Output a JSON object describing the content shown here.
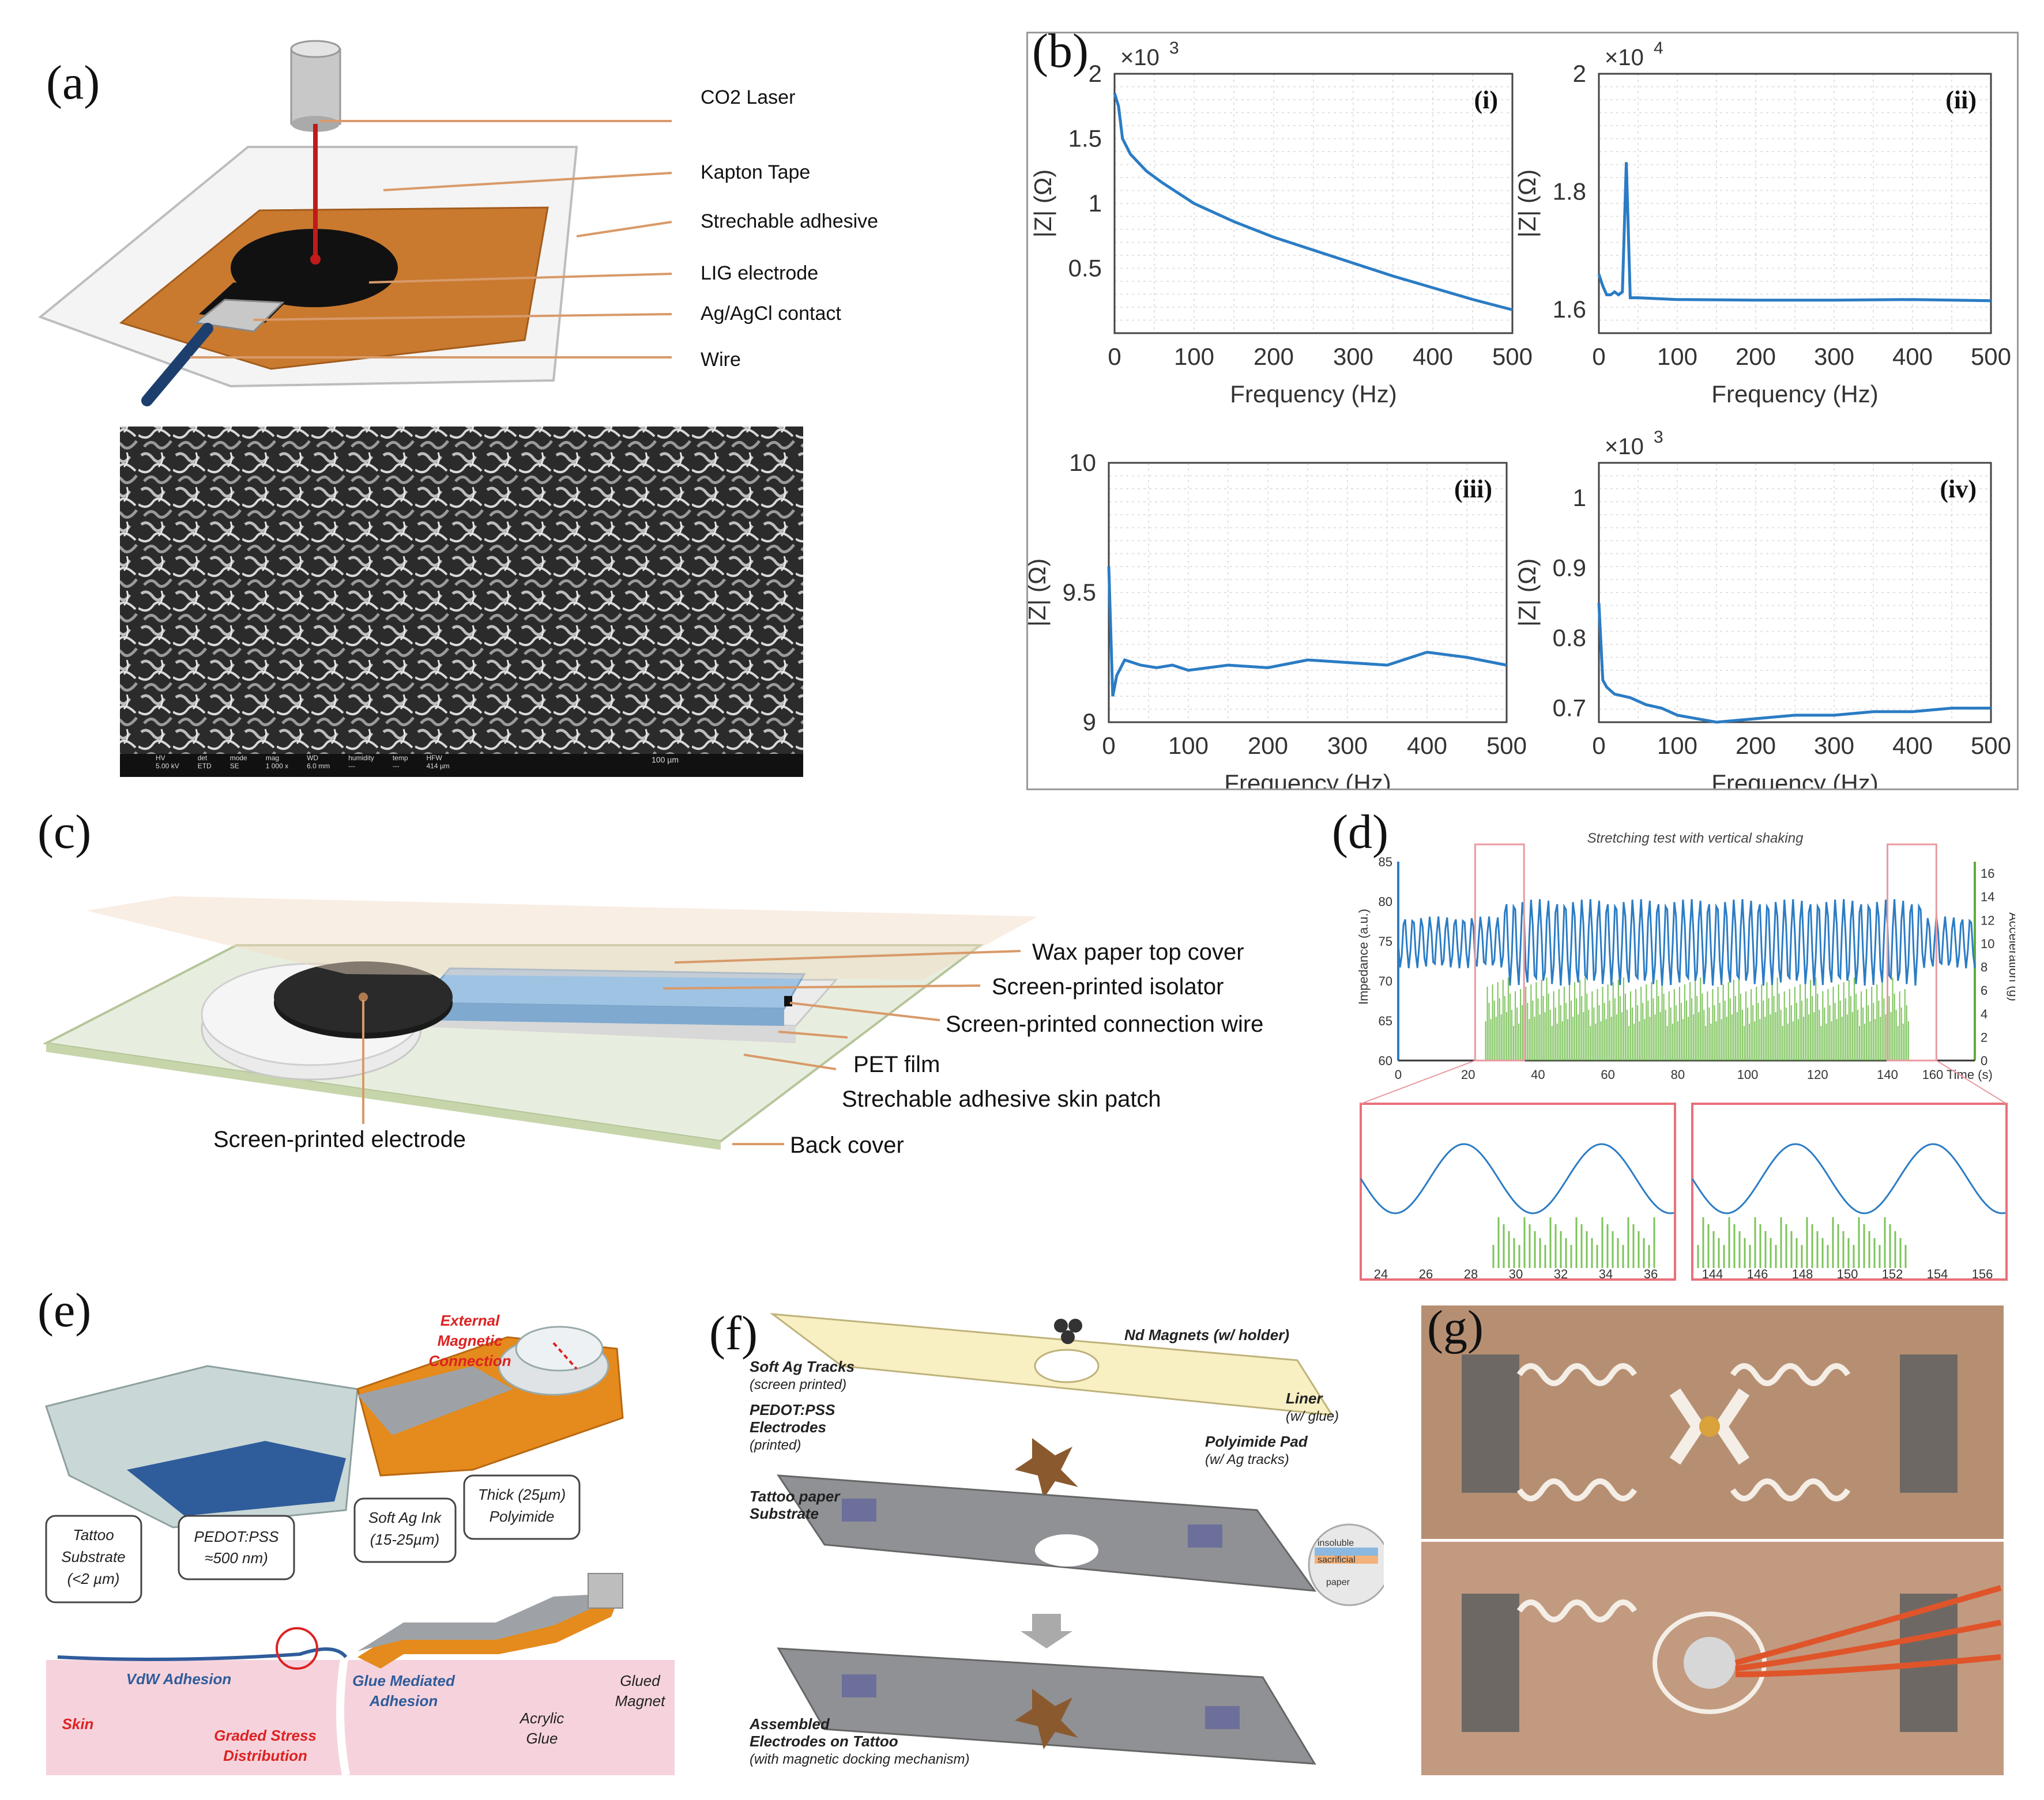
{
  "panel_labels": {
    "a": "(a)",
    "b": "(b)",
    "c": "(c)",
    "d": "(d)",
    "e": "(e)",
    "f": "(f)",
    "g": "(g)"
  },
  "panel_a": {
    "callouts": [
      "CO2 Laser",
      "Kapton Tape",
      "Strechable adhesive",
      "LIG electrode",
      "Ag/AgCl contact",
      "Wire"
    ],
    "sem_bar": [
      "HV",
      "det",
      "mode",
      "mag",
      "WD",
      "humidity",
      "temp",
      "HFW"
    ],
    "sem_vals": [
      "5.00 kV",
      "ETD",
      "SE",
      "1 000 x",
      "6.0 mm",
      "---",
      "---",
      "414 µm"
    ],
    "sem_scale": "100 µm"
  },
  "panel_b": {
    "charts": [
      {
        "roman": "(i)",
        "multiplier": "×10",
        "exp": "3",
        "ylabel": "|Z| (Ω)",
        "xlabel": "Frequency (Hz)",
        "xticks": [
          "0",
          "100",
          "200",
          "300",
          "400",
          "500"
        ],
        "yticks": [
          "2",
          "1.5",
          "1",
          "0.5"
        ]
      },
      {
        "roman": "(ii)",
        "multiplier": "×10",
        "exp": "4",
        "ylabel": "|Z| (Ω)",
        "xlabel": "Frequency (Hz)",
        "xticks": [
          "0",
          "100",
          "200",
          "300",
          "400",
          "500"
        ],
        "yticks": [
          "2",
          "1.8",
          "1.6"
        ]
      },
      {
        "roman": "(iii)",
        "multiplier": "",
        "exp": "",
        "ylabel": "|Z| (Ω)",
        "xlabel": "Frequency (Hz)",
        "xticks": [
          "0",
          "100",
          "200",
          "300",
          "400",
          "500"
        ],
        "yticks": [
          "10",
          "9.5",
          "9"
        ]
      },
      {
        "roman": "(iv)",
        "multiplier": "×10",
        "exp": "3",
        "ylabel": "|Z| (Ω)",
        "xlabel": "Frequency (Hz)",
        "xticks": [
          "0",
          "100",
          "200",
          "300",
          "400",
          "500"
        ],
        "yticks": [
          "1",
          "0.9",
          "0.8",
          "0.7"
        ]
      }
    ]
  },
  "chart_data": [
    {
      "type": "line",
      "series": [
        {
          "x": [
            0,
            5,
            10,
            20,
            40,
            60,
            80,
            100,
            150,
            200,
            250,
            300,
            350,
            400,
            450,
            500
          ],
          "y": [
            1850,
            1750,
            1500,
            1380,
            1250,
            1160,
            1080,
            1000,
            860,
            740,
            640,
            540,
            440,
            350,
            260,
            180
          ]
        }
      ],
      "xlim": [
        0,
        500
      ],
      "ylim": [
        0,
        2000
      ],
      "xlabel": "Frequency (Hz)",
      "ylabel": "|Z| (Ω)"
    },
    {
      "type": "line",
      "series": [
        {
          "x": [
            0,
            5,
            10,
            15,
            20,
            25,
            30,
            35,
            40,
            45,
            50,
            100,
            200,
            300,
            400,
            500
          ],
          "y": [
            16600,
            16400,
            16250,
            16250,
            16300,
            16250,
            16300,
            18500,
            16200,
            16200,
            16200,
            16170,
            16160,
            16160,
            16170,
            16150
          ]
        }
      ],
      "xlim": [
        0,
        500
      ],
      "ylim": [
        15600,
        20000
      ],
      "xlabel": "Frequency (Hz)",
      "ylabel": "|Z| (Ω)"
    },
    {
      "type": "line",
      "series": [
        {
          "x": [
            0,
            5,
            10,
            20,
            40,
            60,
            80,
            100,
            150,
            200,
            250,
            300,
            350,
            400,
            450,
            500
          ],
          "y": [
            9.6,
            9.1,
            9.18,
            9.24,
            9.22,
            9.21,
            9.22,
            9.2,
            9.22,
            9.21,
            9.24,
            9.23,
            9.22,
            9.27,
            9.25,
            9.22
          ]
        }
      ],
      "xlim": [
        0,
        500
      ],
      "ylim": [
        9,
        10
      ],
      "xlabel": "Frequency (Hz)",
      "ylabel": "|Z| (Ω)"
    },
    {
      "type": "line",
      "series": [
        {
          "x": [
            0,
            5,
            10,
            20,
            40,
            60,
            80,
            100,
            150,
            200,
            250,
            300,
            350,
            400,
            450,
            500
          ],
          "y": [
            850,
            740,
            730,
            720,
            715,
            705,
            700,
            690,
            680,
            685,
            690,
            690,
            695,
            695,
            700,
            700
          ]
        }
      ],
      "xlim": [
        0,
        500
      ],
      "ylim": [
        680,
        1050
      ],
      "xlabel": "Frequency (Hz)",
      "ylabel": "|Z| (Ω)"
    }
  ],
  "panel_c": {
    "callouts": [
      "Wax paper top cover",
      "Screen-printed isolator",
      "Screen-printed connection wire",
      "PET film",
      "Strechable adhesive skin patch",
      "Screen-printed electrode",
      "Back cover"
    ]
  },
  "panel_d": {
    "title": "Stretching test with vertical shaking",
    "ylabel_left": "Impedance (a.u.)",
    "ylabel_right": "Acceleration (g)",
    "yticks_left": [
      "85",
      "80",
      "75",
      "70",
      "65",
      "60"
    ],
    "yticks_right": [
      "16",
      "14",
      "12",
      "10",
      "8",
      "6",
      "4",
      "2",
      "0"
    ],
    "xticks": [
      "0",
      "20",
      "40",
      "60",
      "80",
      "100",
      "120",
      "140",
      "160 Time (s)"
    ],
    "zoom1_ticks": [
      "24",
      "26",
      "28",
      "30",
      "32",
      "34",
      "36"
    ],
    "zoom2_ticks": [
      "144",
      "146",
      "148",
      "150",
      "152",
      "154",
      "156"
    ]
  },
  "panel_e": {
    "labels": [
      "External",
      "Magnetic",
      "Connection",
      "Tattoo",
      "Substrate",
      "(<2 µm)",
      "PEDOT:PSS",
      "≈500 nm)",
      "Soft Ag Ink",
      "(15-25µm)",
      "Thick (25µm)",
      "Polyimide",
      "VdW Adhesion",
      "Graded Stress",
      "Distribution",
      "Skin",
      "Glue Mediated",
      "Adhesion",
      "Acrylic",
      "Glue",
      "Glued",
      "Magnet"
    ]
  },
  "panel_f": {
    "labels": [
      "Nd Magnets (w/ holder)",
      "Soft Ag Tracks",
      "(screen printed)",
      "Liner",
      "(w/ glue)",
      "PEDOT:PSS",
      "Electrodes",
      "(printed)",
      "Polyimide Pad",
      "(w/ Ag tracks)",
      "Tattoo paper",
      "Substrate",
      "insoluble",
      "sacrificial",
      "paper",
      "Assembled",
      "Electrodes on Tattoo",
      "(with magnetic docking mechanism)"
    ]
  }
}
